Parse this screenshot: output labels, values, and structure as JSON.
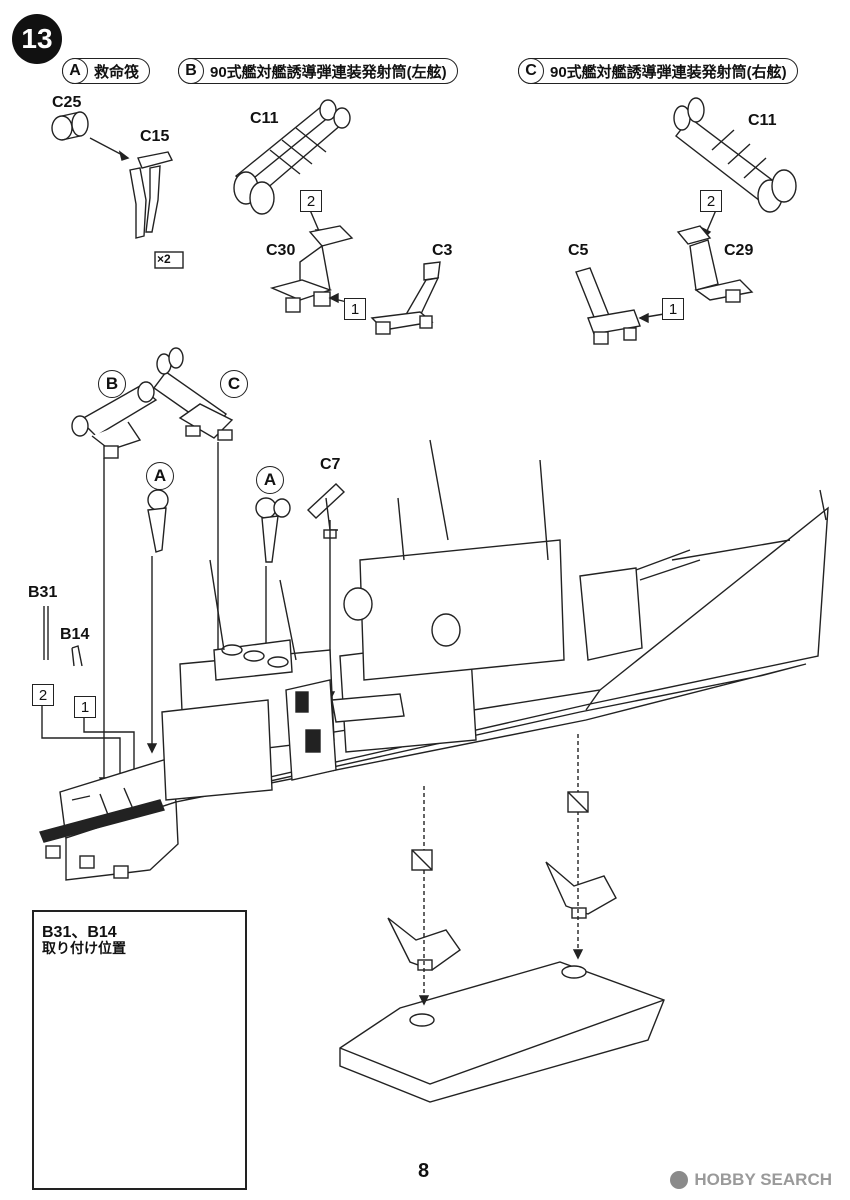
{
  "step": "13",
  "callouts": [
    {
      "letter": "A",
      "label": "救命筏"
    },
    {
      "letter": "B",
      "label": "90式艦対艦誘導弾連装発射筒(左舷)"
    },
    {
      "letter": "C",
      "label": "90式艦対艦誘導弾連装発射筒(右舷)"
    }
  ],
  "parts": {
    "c25": "C25",
    "c15": "C15",
    "times2": "×2",
    "c11_left": "C11",
    "c30": "C30",
    "c3": "C3",
    "c11_right": "C11",
    "c5": "C5",
    "c29": "C29",
    "c7": "C7",
    "b31": "B31",
    "b14": "B14"
  },
  "order": {
    "b_2": "2",
    "b_1": "1",
    "c_2": "2",
    "c_1": "1",
    "b31_seq": "2",
    "b14_seq": "1"
  },
  "markers": {
    "b": "B",
    "c": "C",
    "a1": "A",
    "a2": "A"
  },
  "inset": {
    "title": "B31、B14",
    "subtitle": "取り付け位置"
  },
  "page_number": "8",
  "watermark": "HOBBY SEARCH"
}
